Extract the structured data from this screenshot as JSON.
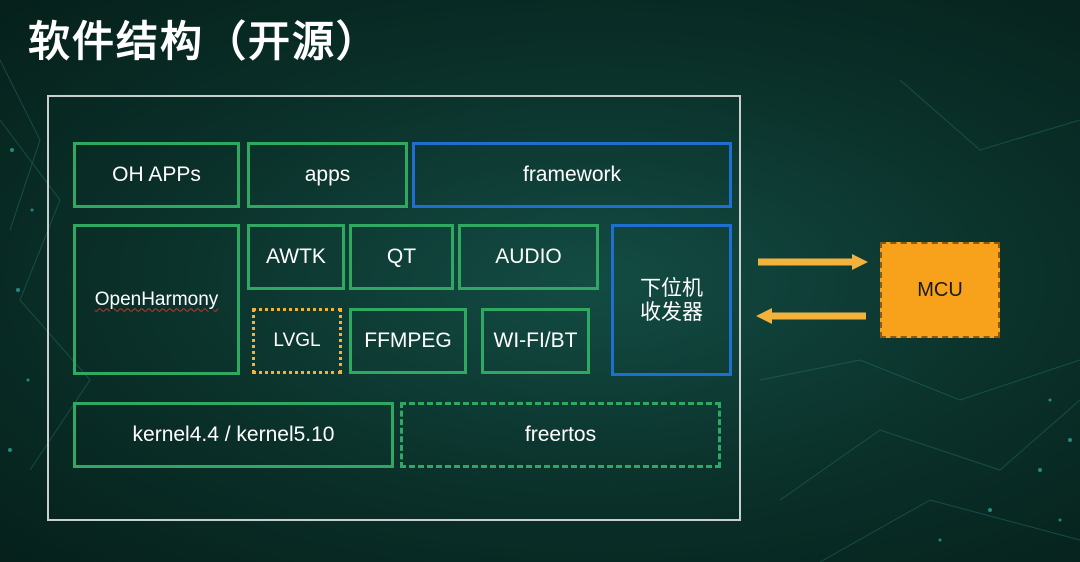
{
  "title": "软件结构（开源）",
  "diagram": {
    "row1": {
      "oh_apps": "OH APPs",
      "apps": "apps",
      "framework": "framework"
    },
    "row2": {
      "openharmony": "OpenHarmony",
      "awtk": "AWTK",
      "qt": "QT",
      "audio": "AUDIO",
      "lvgl": "LVGL",
      "ffmpeg": "FFMPEG",
      "wifi_bt": "WI-FI/BT",
      "lower_line1": "下位机",
      "lower_line2": "收发器"
    },
    "row3": {
      "kernel": "kernel4.4 / kernel5.10",
      "freertos": "freertos"
    },
    "mcu": "MCU"
  },
  "colors": {
    "green_border": "#2fa862",
    "blue_border": "#1f6fd1",
    "yellow_dotted": "#f2b23b",
    "mcu_fill": "#f7a21a",
    "arrow": "#f2b23b",
    "frame": "#c8cfcd"
  }
}
